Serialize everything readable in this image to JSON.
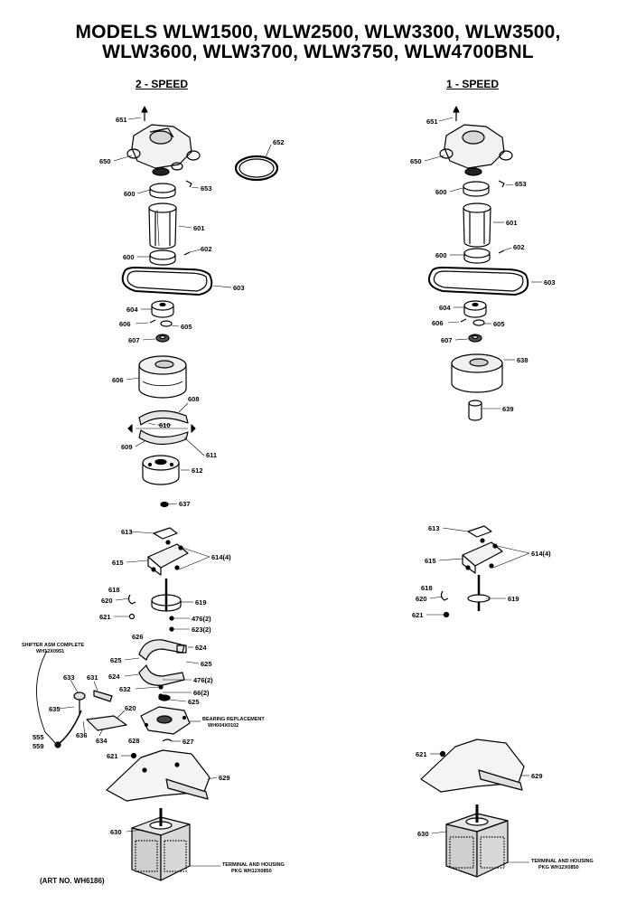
{
  "header": {
    "line1": "MODELS WLW1500, WLW2500, WLW3300, WLW3500,",
    "line2": "WLW3600, WLW3700, WLW3750, WLW4700BNL"
  },
  "sections": {
    "left": "2 - SPEED",
    "right": "1 - SPEED"
  },
  "art_number": "(ART NO. WH6186)",
  "notes": {
    "shifter": [
      "SHIFTER ASM COMPLETE",
      "WH12X0951"
    ],
    "bearing": [
      "BEARING REPLACEMENT",
      "WH004X0102"
    ],
    "terminal_left": [
      "TERMINAL AND HOUSING",
      "PKG WH12X0850"
    ],
    "terminal_right": [
      "TERMINAL AND HOUSING",
      "PKG WH12X0850"
    ]
  },
  "labels": {
    "l601": "651",
    "l602": "650",
    "l603": "652",
    "l604": "600",
    "l605": "653",
    "l606": "601",
    "l607": "600",
    "l608": "602",
    "l609": "603",
    "l610": "604",
    "l611": "606",
    "l612": "605",
    "l613": "607",
    "l614": "606",
    "l615": "608",
    "l616": "610",
    "l617": "609",
    "l618": "611",
    "l619": "612",
    "l620": "637",
    "l621": "613",
    "l622": "614(4)",
    "l623": "615",
    "l624": "618",
    "l625": "619",
    "l626": "620",
    "l627": "621",
    "l628": "476(2)",
    "l629": "623(2)",
    "l630": "626",
    "l631": "624",
    "l632": "625",
    "l633": "624",
    "l634": "625",
    "l635": "476(2)",
    "l636": "632",
    "l637": "66(2)",
    "l638": "625",
    "l639": "627",
    "l640": "621",
    "l641": "628",
    "l642": "629",
    "l643": "630",
    "l644": "633",
    "l645": "631",
    "l646": "635",
    "l647": "620",
    "l648": "634",
    "l649": "636",
    "l650": "555",
    "l651": "559",
    "r601": "651",
    "r602": "650",
    "r603": "600",
    "r604": "653",
    "r605": "601",
    "r606": "600",
    "r607": "602",
    "r608": "603",
    "r609": "604",
    "r610": "606",
    "r611": "605",
    "r612": "607",
    "r613": "638",
    "r614": "639",
    "r615": "613",
    "r616": "614(4)",
    "r617": "615",
    "r618": "618",
    "r619": "619",
    "r620": "620",
    "r621": "621",
    "r622": "621",
    "r623": "629",
    "r624": "630"
  }
}
